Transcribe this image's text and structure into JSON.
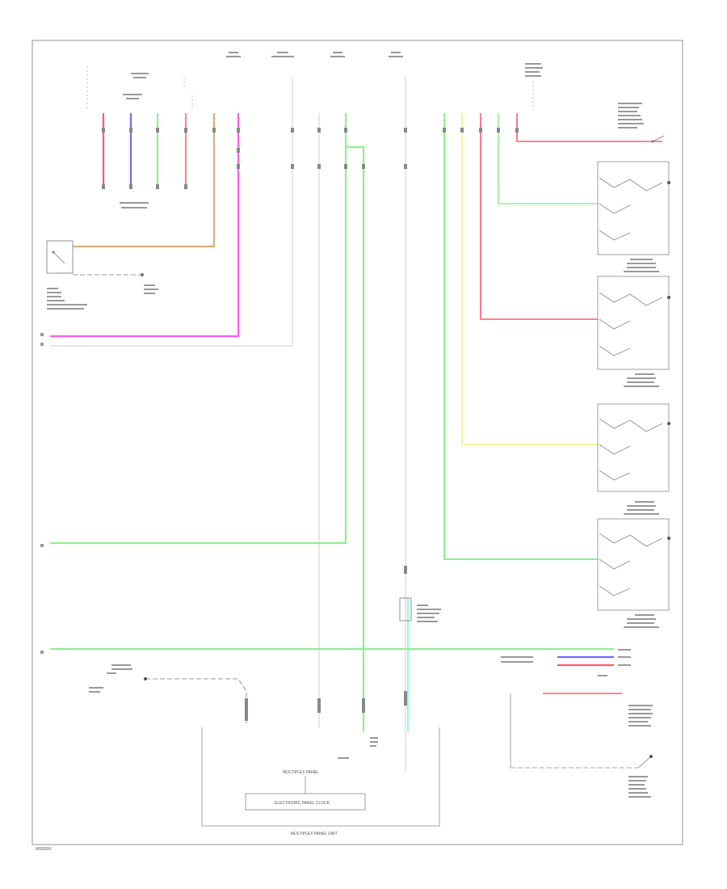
{
  "colors": {
    "red": "#ff5a6e",
    "blue": "#6b6bff",
    "green": "#8ef08e",
    "tan": "#d6b07a",
    "magenta": "#ff5cf0",
    "gray": "#b8b8b8",
    "yellow": "#f5f07a",
    "cyan": "#8ff5f5",
    "pink": "#ff8a8a"
  },
  "labels": {
    "panel_title": "MULTIPLEX PANEL",
    "panel_unit": "MULTIPLEX PANEL UNIT",
    "panel_sub": "ELECTRONIC PANEL CLOCK",
    "fig_id": "WD0000"
  }
}
